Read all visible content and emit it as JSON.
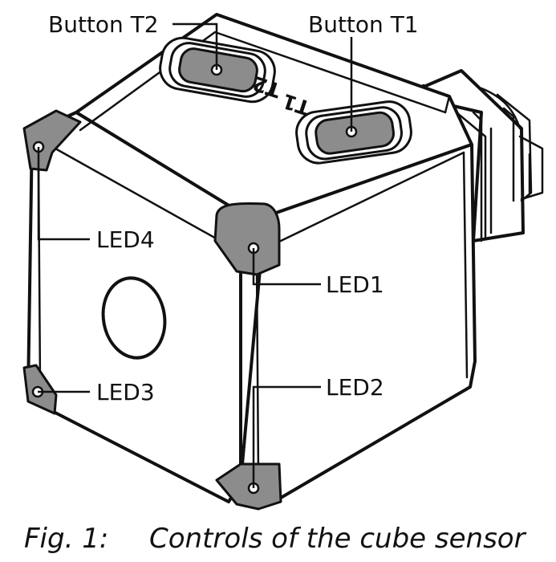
{
  "callouts": {
    "button_t2": "Button T2",
    "button_t1": "Button T1",
    "led4": "LED4",
    "led1": "LED1",
    "led3": "LED3",
    "led2": "LED2"
  },
  "engraving": {
    "t1": "T1",
    "t2": "T2"
  },
  "caption": {
    "number": "Fig. 1:",
    "text": "Controls of the cube sensor"
  },
  "colors": {
    "led_gray": "#8c8c8c",
    "button_gray": "#8c8c8c",
    "line": "#111111"
  }
}
